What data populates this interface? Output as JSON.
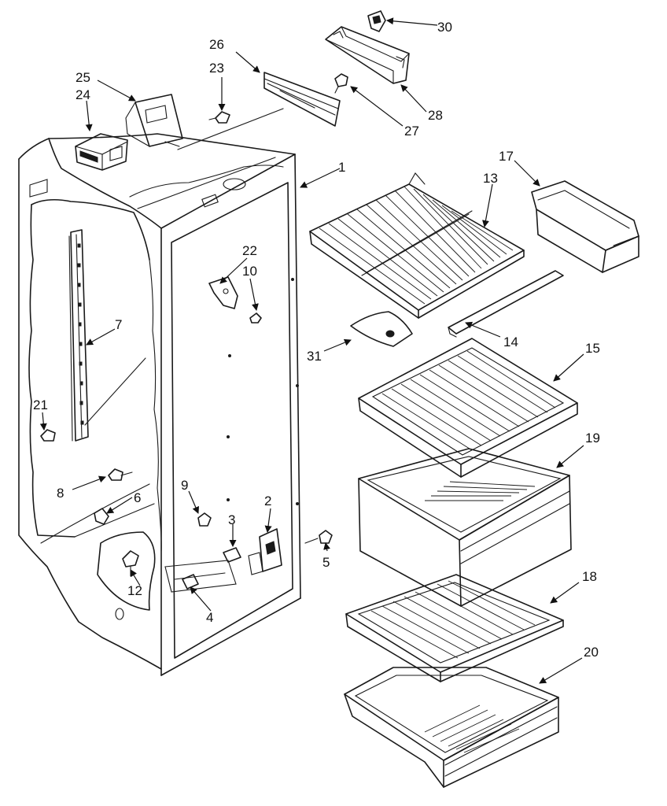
{
  "diagram": {
    "type": "exploded parts diagram",
    "callouts": [
      {
        "id": "p1",
        "text": "1"
      },
      {
        "id": "p2",
        "text": "2"
      },
      {
        "id": "p3",
        "text": "3"
      },
      {
        "id": "p4",
        "text": "4"
      },
      {
        "id": "p5",
        "text": "5"
      },
      {
        "id": "p6",
        "text": "6"
      },
      {
        "id": "p7",
        "text": "7"
      },
      {
        "id": "p8",
        "text": "8"
      },
      {
        "id": "p9",
        "text": "9"
      },
      {
        "id": "p10",
        "text": "10"
      },
      {
        "id": "p12",
        "text": "12"
      },
      {
        "id": "p13",
        "text": "13"
      },
      {
        "id": "p14",
        "text": "14"
      },
      {
        "id": "p15",
        "text": "15"
      },
      {
        "id": "p17",
        "text": "17"
      },
      {
        "id": "p18",
        "text": "18"
      },
      {
        "id": "p19",
        "text": "19"
      },
      {
        "id": "p20",
        "text": "20"
      },
      {
        "id": "p21",
        "text": "21"
      },
      {
        "id": "p22",
        "text": "22"
      },
      {
        "id": "p23",
        "text": "23"
      },
      {
        "id": "p24",
        "text": "24"
      },
      {
        "id": "p25",
        "text": "25"
      },
      {
        "id": "p26",
        "text": "26"
      },
      {
        "id": "p27",
        "text": "27"
      },
      {
        "id": "p28",
        "text": "28"
      },
      {
        "id": "p30",
        "text": "30"
      },
      {
        "id": "p31",
        "text": "31"
      }
    ]
  }
}
